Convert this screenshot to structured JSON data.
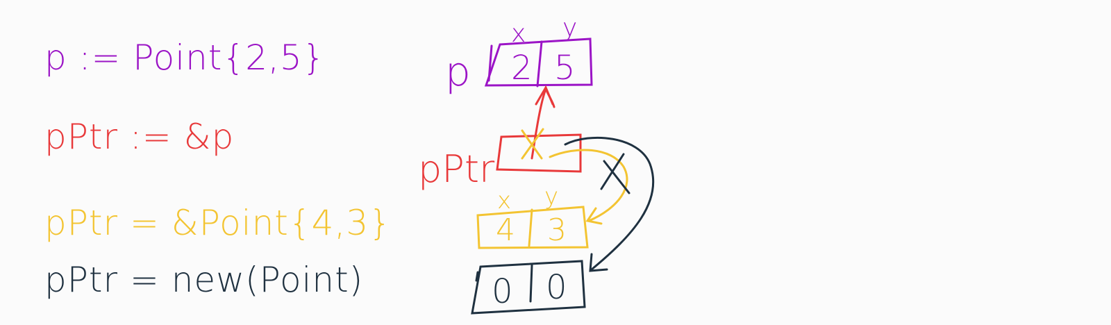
{
  "colors": {
    "purple": "#9b14c6",
    "red": "#e8393a",
    "yellow": "#f3c432",
    "dark": "#1f3140",
    "background": "#fbfbfb"
  },
  "code": {
    "line1": "p := Point{2,5}",
    "line2": "pPtr := &p",
    "line3": "pPtr = &Point{4,3}",
    "line4": "pPtr = new(Point)"
  },
  "diagram": {
    "p_var": {
      "name": "p",
      "field_x_label": "x",
      "field_y_label": "y",
      "x_value": "2",
      "y_value": "5"
    },
    "pptr_var": {
      "name": "pPtr"
    },
    "point_4_3": {
      "field_x_label": "x",
      "field_y_label": "y",
      "x_value": "4",
      "y_value": "3"
    },
    "point_zero": {
      "x_value": "0",
      "y_value": "0"
    }
  }
}
